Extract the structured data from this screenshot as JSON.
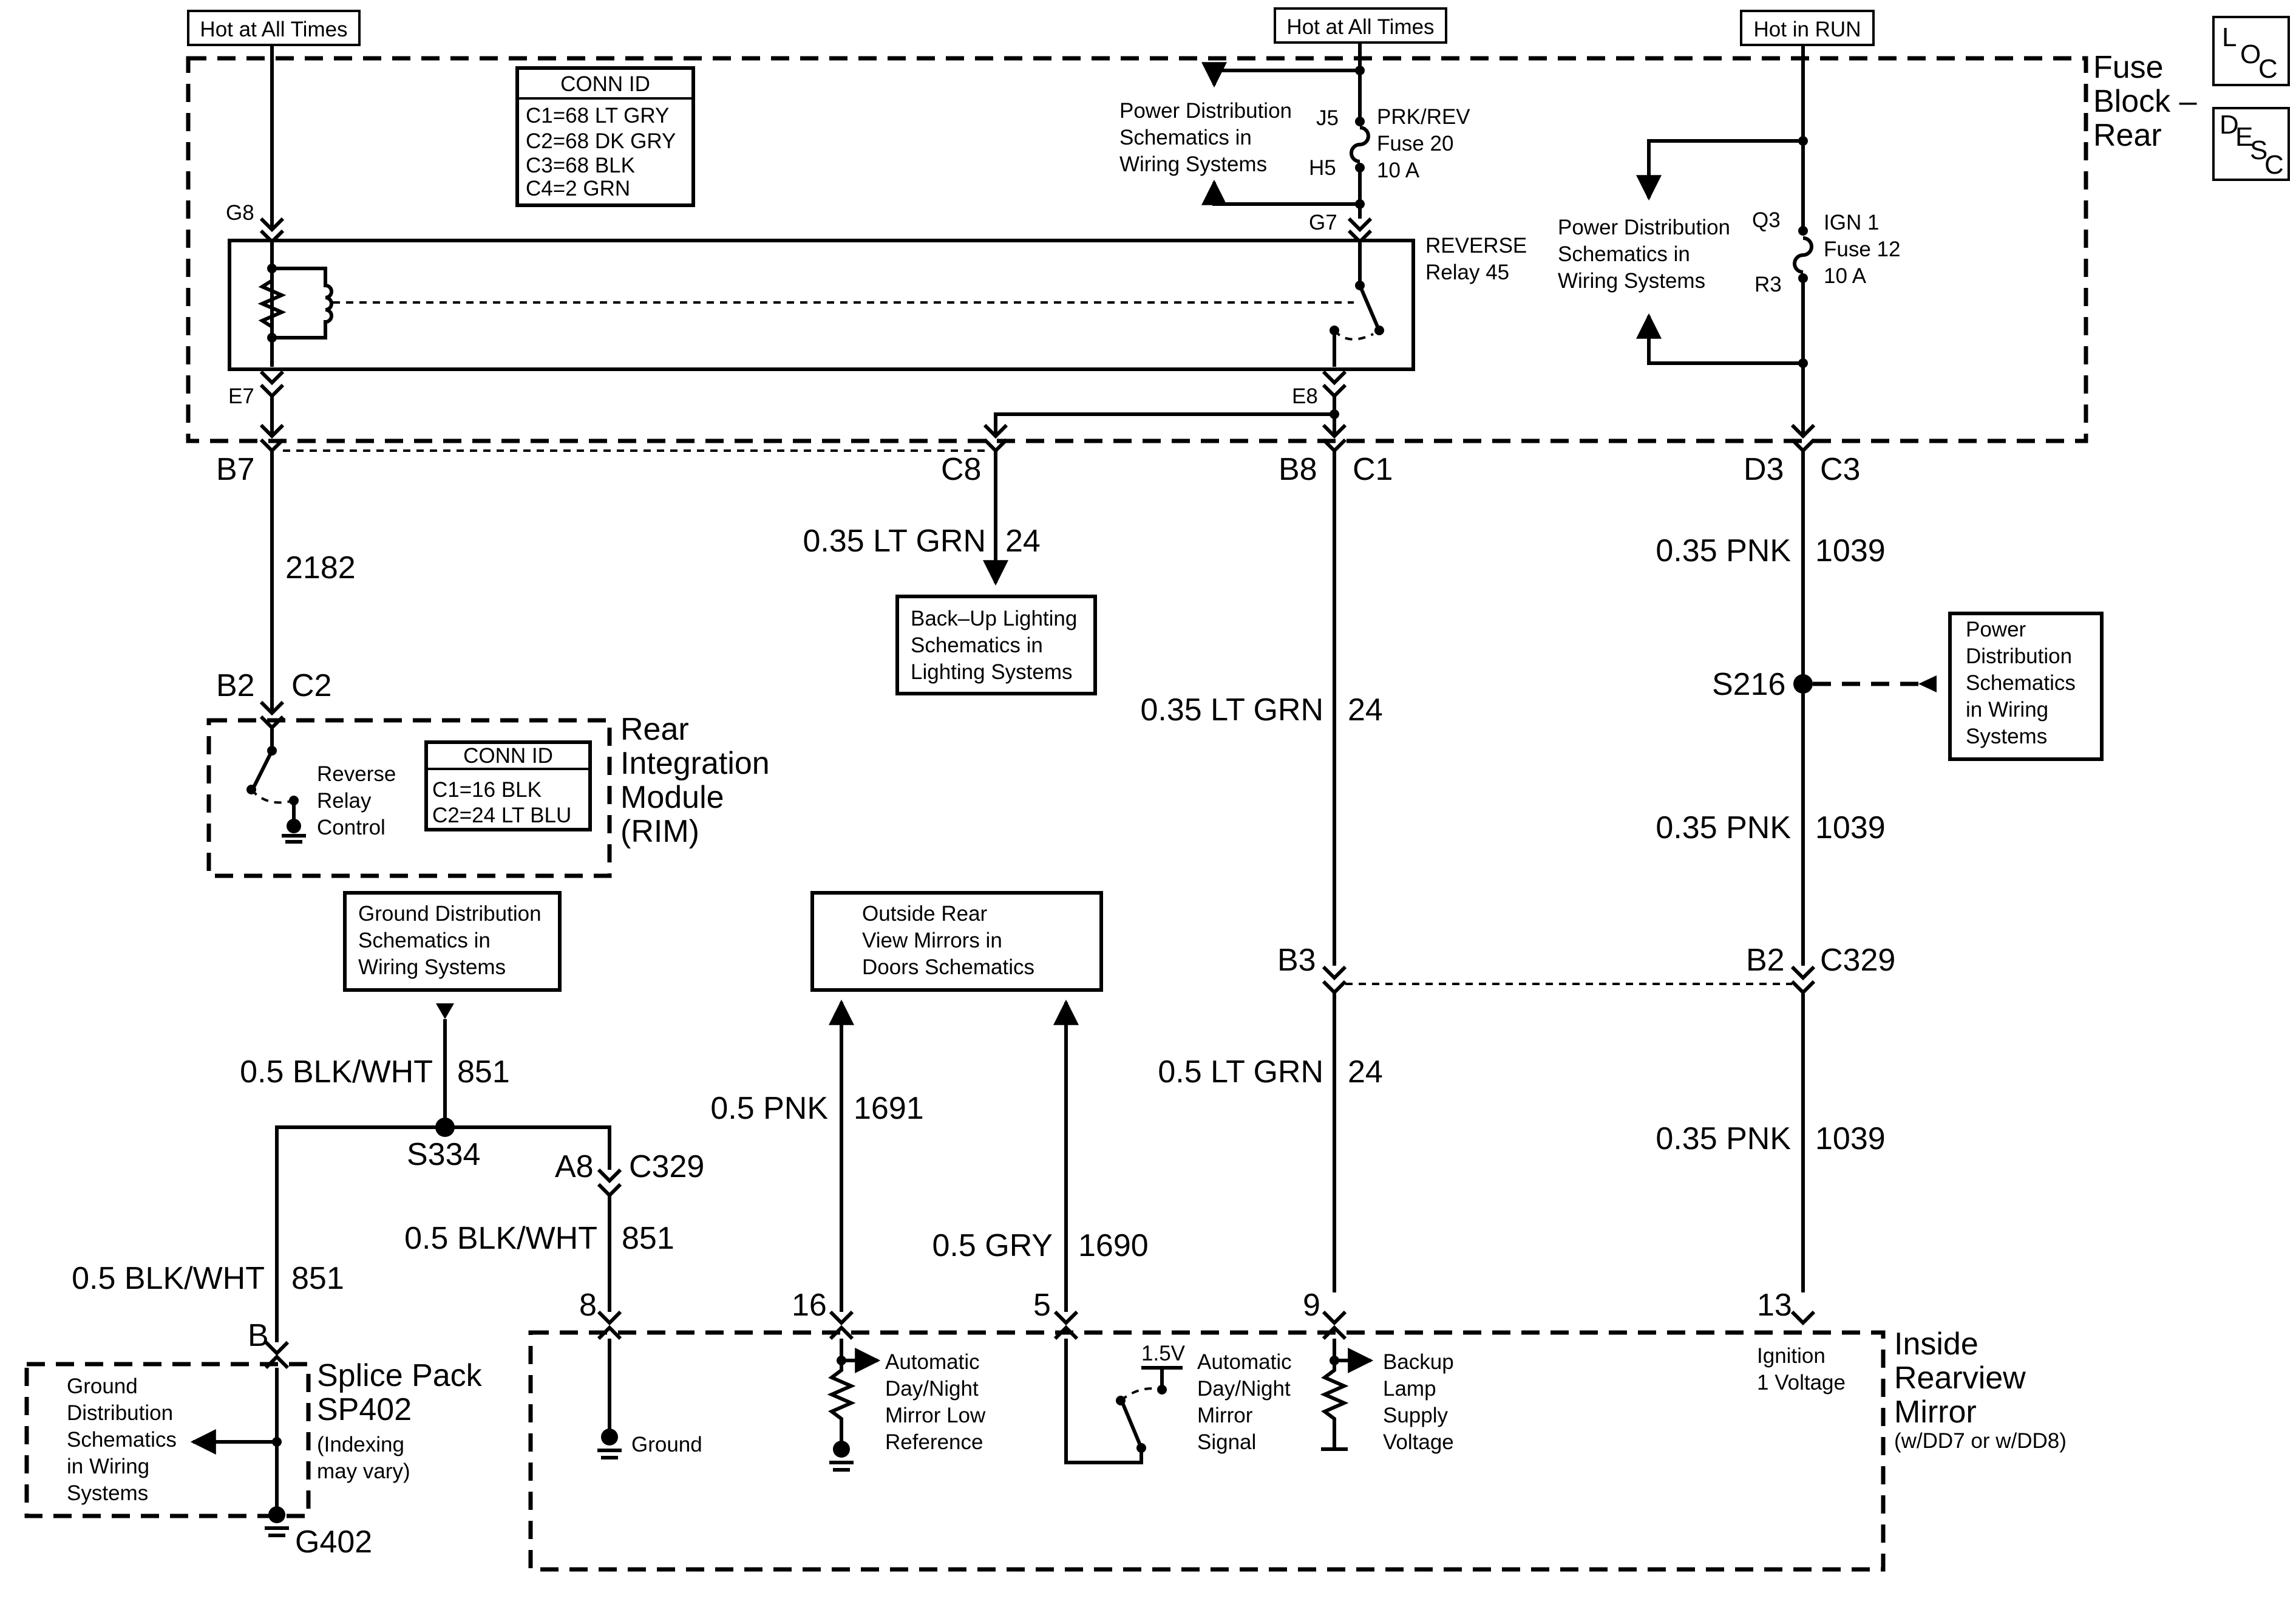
{
  "headers": {
    "hot_all_times_left": "Hot at All Times",
    "hot_all_times_mid": "Hot at All Times",
    "hot_in_run": "Hot in RUN"
  },
  "legend": {
    "loc": [
      "L",
      "O",
      "C"
    ],
    "desc": [
      "D",
      "E",
      "S",
      "C"
    ]
  },
  "fuse_block": {
    "title": [
      "Fuse",
      "Block –",
      "Rear"
    ],
    "conn_id": {
      "title": "CONN ID",
      "lines": [
        "C1=68 LT GRY",
        "C2=68 DK GRY",
        "C3=68 BLK",
        "C4=2 GRN"
      ]
    },
    "pins": {
      "g8": "G8",
      "e7": "E7",
      "g7": "G7",
      "e8": "E8",
      "j5": "J5",
      "h5": "H5",
      "q3": "Q3",
      "r3": "R3"
    },
    "fuse20": [
      "PRK/REV",
      "Fuse 20",
      "10 A"
    ],
    "fuse12": [
      "IGN 1",
      "Fuse 12",
      "10 A"
    ],
    "relay": [
      "REVERSE",
      "Relay 45"
    ],
    "power_dist_1": [
      "Power Distribution",
      "Schematics in",
      "Wiring Systems"
    ],
    "power_dist_2": [
      "Power Distribution",
      "Schematics in",
      "Wiring Systems"
    ]
  },
  "connectors": {
    "b7": "B7",
    "c8": "C8",
    "b8": "B8",
    "c1": "C1",
    "d3": "D3",
    "c3": "C3",
    "b2": "B2",
    "c2": "C2",
    "b3": "B3",
    "b2_c329": "B2",
    "c329_top": "C329",
    "a8": "A8",
    "c329_bottom": "C329"
  },
  "wires": {
    "w2182": "2182",
    "ltgrn_c8": "0.35 LT GRN",
    "ltgrn_c8_num": "24",
    "ltgrn_mid": "0.35 LT GRN",
    "ltgrn_mid_num": "24",
    "ltgrn_low": "0.5 LT GRN",
    "ltgrn_low_num": "24",
    "pnk_1": "0.35 PNK",
    "pnk_1_num": "1039",
    "pnk_2": "0.35 PNK",
    "pnk_2_num": "1039",
    "pnk_3": "0.35 PNK",
    "pnk_3_num": "1039",
    "blkwht_top": "0.5 BLK/WHT",
    "blkwht_top_num": "851",
    "blkwht_mid": "0.5 BLK/WHT",
    "blkwht_mid_num": "851",
    "blkwht_left": "0.5 BLK/WHT",
    "blkwht_left_num": "851",
    "pnk_1691": "0.5 PNK",
    "pnk_1691_num": "1691",
    "gry_1690": "0.5 GRY",
    "gry_1690_num": "1690"
  },
  "splices": {
    "s216": "S216",
    "s334": "S334"
  },
  "boxes": {
    "backup_lighting": [
      "Back–Up Lighting",
      "Schematics in",
      "Lighting Systems"
    ],
    "power_dist_s216": [
      "Power",
      "Distribution",
      "Schematics",
      "in Wiring",
      "Systems"
    ],
    "ground_dist": [
      "Ground Distribution",
      "Schematics in",
      "Wiring Systems"
    ],
    "outside_mirrors": [
      "Outside Rear",
      "View Mirrors in",
      "Doors Schematics"
    ]
  },
  "rim": {
    "title": [
      "Rear",
      "Integration",
      "Module",
      "(RIM)"
    ],
    "control": [
      "Reverse",
      "Relay",
      "Control"
    ],
    "conn_id": {
      "title": "CONN ID",
      "lines": [
        "C1=16 BLK",
        "C2=24 LT BLU"
      ]
    }
  },
  "splice_pack": {
    "pin": "B",
    "title": [
      "Splice Pack",
      "SP402"
    ],
    "note": [
      "(Indexing",
      "may vary)"
    ],
    "ground_text": [
      "Ground",
      "Distribution",
      "Schematics",
      "in Wiring",
      "Systems"
    ],
    "ground": "G402"
  },
  "mirror": {
    "title": [
      "Inside",
      "Rearview",
      "Mirror"
    ],
    "subtitle": "(w/DD7 or w/DD8)",
    "pins": {
      "p8": "8",
      "p16": "16",
      "p5": "5",
      "p9": "9",
      "p13": "13"
    },
    "ground_label": "Ground",
    "low_ref": [
      "Automatic",
      "Day/Night",
      "Mirror Low",
      "Reference"
    ],
    "voltage": "1.5V",
    "signal": [
      "Automatic",
      "Day/Night",
      "Mirror",
      "Signal"
    ],
    "backup": [
      "Backup",
      "Lamp",
      "Supply",
      "Voltage"
    ],
    "ignition": [
      "Ignition",
      "1 Voltage"
    ]
  }
}
